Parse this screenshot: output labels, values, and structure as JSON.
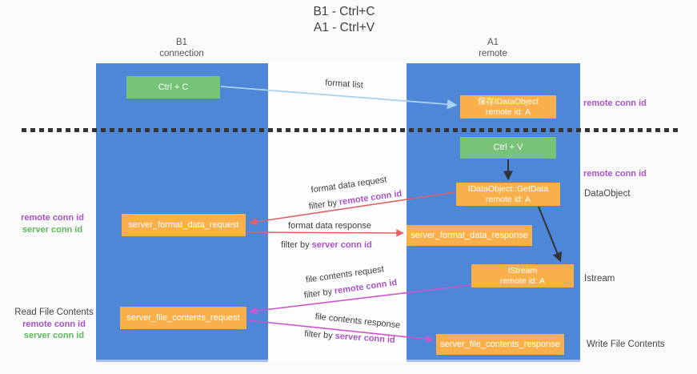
{
  "title": {
    "line1": "B1 - Ctrl+C",
    "line2": "A1 - Ctrl+V"
  },
  "columns": {
    "left": {
      "name": "B1",
      "subtitle": "connection"
    },
    "right": {
      "name": "A1",
      "subtitle": "remote"
    }
  },
  "boxes": {
    "ctrl_c": "Ctrl + C",
    "ctrl_v": "Ctrl + V",
    "save_idataobject": {
      "line1": "保存IDataObject",
      "line2": "remote id: A"
    },
    "getdata": {
      "line1": "IDataObject::GetData",
      "line2": "remote id: A"
    },
    "istream": {
      "line1": "IStream",
      "line2": "remote id: A"
    },
    "server_format_data_request": "server_format_data_request",
    "server_format_data_response": "server_format_data_response",
    "server_file_contents_request": "server_file_contents_request",
    "server_file_contents_response": "server_file_contents_response"
  },
  "arrow_labels": {
    "format_list": "format list",
    "format_data_request": "format data request",
    "format_data_response": "format data response",
    "file_contents_request": "file contents request",
    "file_contents_response": "file contents response",
    "filter_by": "filter by",
    "remote_conn_id": "remote conn id",
    "server_conn_id": "server conn id"
  },
  "side_labels": {
    "right_remote_conn_id_top": "remote conn id",
    "right_remote_conn_id_mid": "remote conn id",
    "dataobject": "DataObject",
    "istream": "Istream",
    "write_file_contents": "Write File Contents",
    "left_remote_conn_id": "remote conn id",
    "left_server_conn_id": "server conn id",
    "read_file_contents": "Read File Contents",
    "left_remote_conn_id_bottom": "remote conn id",
    "left_server_conn_id_bottom": "server conn id"
  },
  "colors": {
    "column_blue": "#4e86d8",
    "box_orange": "#f9b04a",
    "box_green": "#77c377",
    "arrow_red": "#e06262",
    "arrow_pink": "#cc55cc",
    "arrow_lightblue": "#a8d2f0",
    "arrow_black": "#333333",
    "text_purple": "#a852c6",
    "text_green": "#5cb85c"
  }
}
